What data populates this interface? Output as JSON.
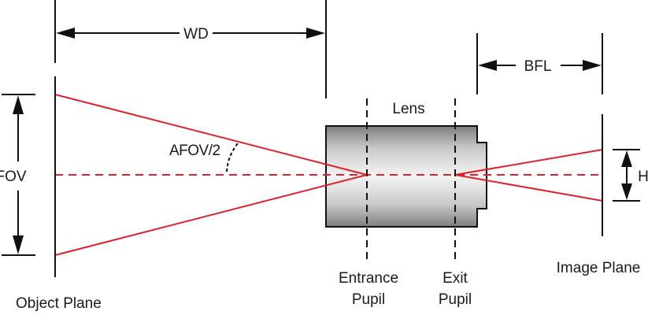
{
  "labels": {
    "wd": "WD",
    "bfl": "BFL",
    "lens": "Lens",
    "fov": "FOV",
    "afov_half": "AFOV/2",
    "h": "H",
    "object_plane": "Object Plane",
    "entrance_pupil_line1": "Entrance",
    "entrance_pupil_line2": "Pupil",
    "exit_pupil_line1": "Exit",
    "exit_pupil_line2": "Pupil",
    "image_plane": "Image Plane"
  },
  "colors": {
    "ray": "#e0202a",
    "line": "#111111",
    "lens_light": "#f2f2f2",
    "lens_dark": "#8a8a8a",
    "background": "#ffffff"
  }
}
